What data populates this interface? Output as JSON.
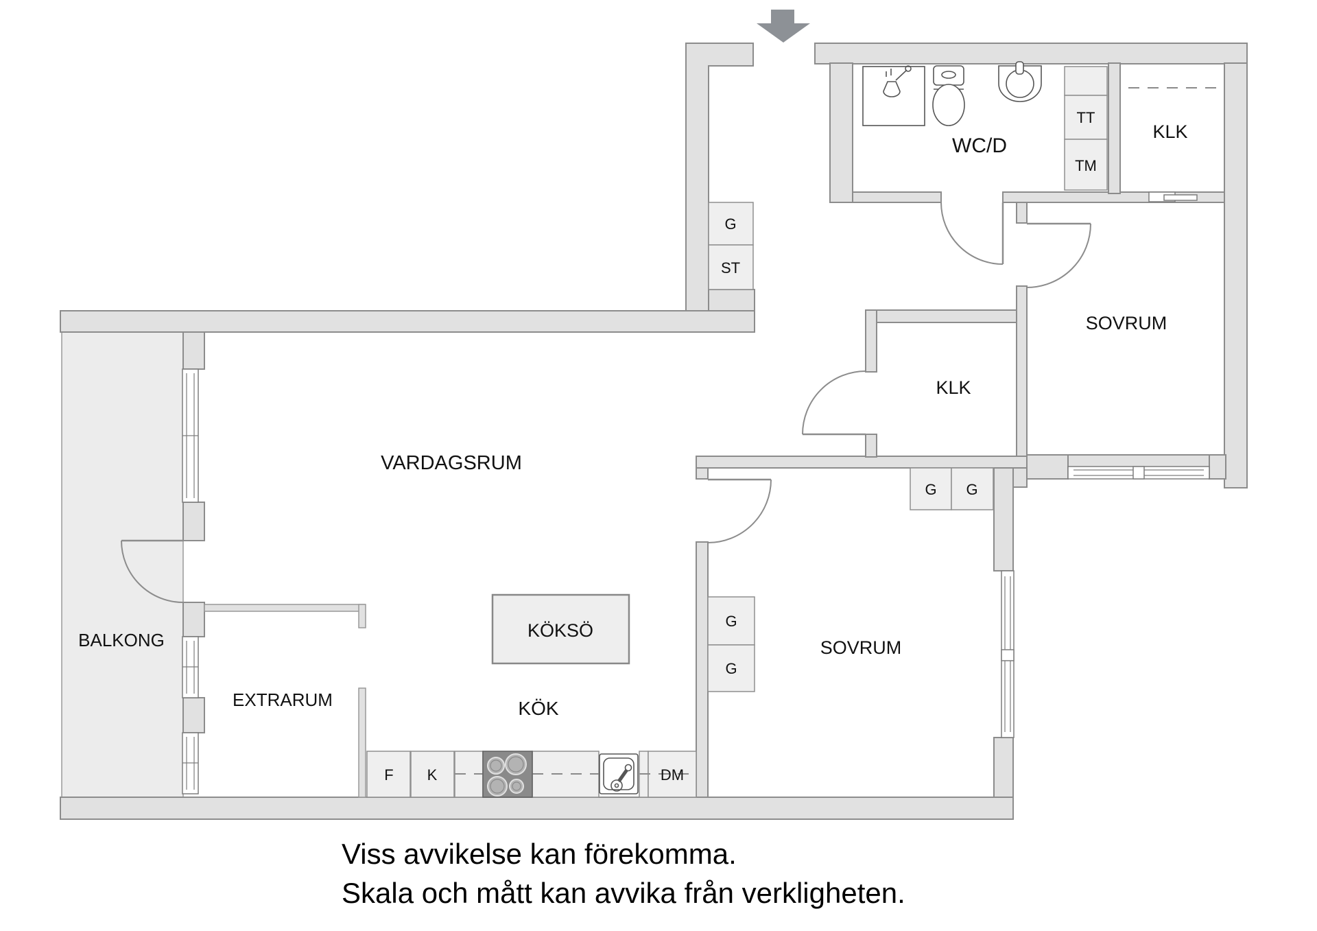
{
  "plan": {
    "type": "floor-plan",
    "language": "sv",
    "rooms": {
      "vardagsrum": "VARDAGSRUM",
      "balkong": "BALKONG",
      "extrarum": "EXTRARUM",
      "kok": "KÖK",
      "kokso": "KÖKSÖ",
      "sovrum_bottom": "SOVRUM",
      "sovrum_top": "SOVRUM",
      "klk_middle": "KLK",
      "klk_top": "KLK",
      "wcd": "WC/D"
    },
    "fixtures": {
      "g": "G",
      "st": "ST",
      "tt": "TT",
      "tm": "TM",
      "f": "F",
      "k": "K",
      "dm": "DM"
    },
    "icons": [
      "entrance-arrow-icon",
      "shower-icon",
      "toilet-icon",
      "washbasin-icon",
      "stove-icon",
      "sink-icon",
      "window-symbol",
      "door-swing-arc",
      "vent-hatch-symbol"
    ],
    "disclaimer": {
      "line1": "Viss avvikelse kan förekomma.",
      "line2": "Skala och mått kan avvika från verkligheten."
    },
    "colors": {
      "wall_fill": "#e1e1e1",
      "wall_stroke": "#8c8c8c",
      "balcony_fill": "#ececec",
      "cabinet_fill": "#efefef",
      "stove_fill": "#8a8a8a",
      "arrow": "#8d9196",
      "text": "#111111",
      "background": "#ffffff"
    }
  }
}
